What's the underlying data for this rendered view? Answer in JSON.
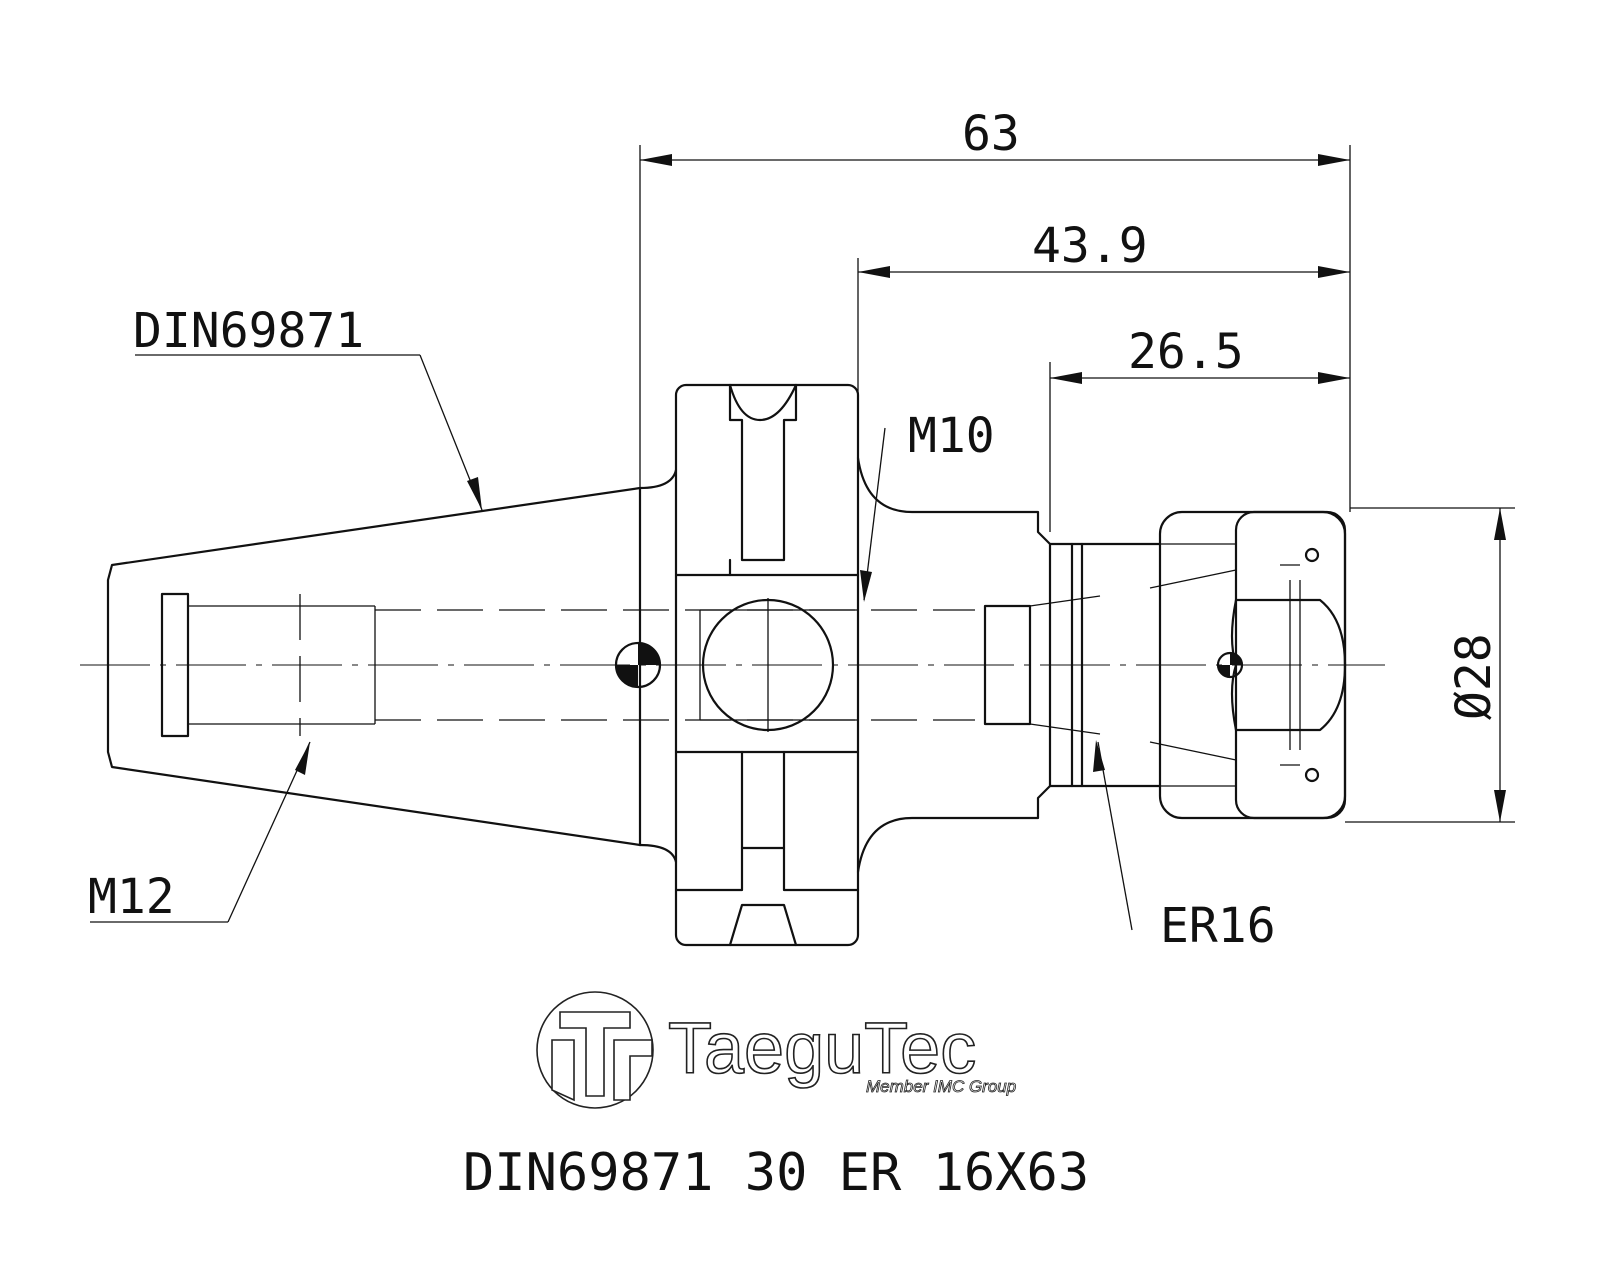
{
  "dimensions": {
    "overall_length": "63",
    "flange_to_end": "43.9",
    "nut_length": "26.5",
    "diameter": "Ø28"
  },
  "callouts": {
    "taper_standard": "DIN69871",
    "retention_thread": "M12",
    "side_thread": "M10",
    "collet_type": "ER16"
  },
  "logo": {
    "brand": "TaeguTec",
    "tagline": "Member IMC Group"
  },
  "caption": "DIN69871 30 ER 16X63"
}
